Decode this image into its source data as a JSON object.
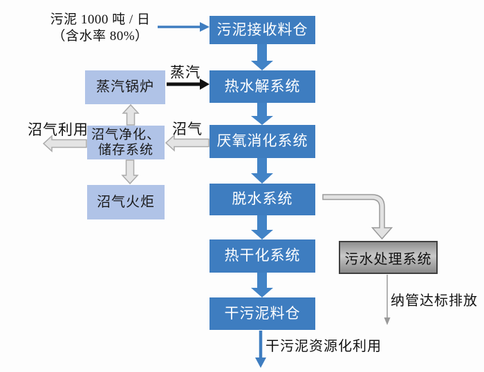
{
  "diagram": {
    "title": "sludge-treatment-process-flowchart",
    "input_note": {
      "line1": "污泥 1000 吨 / 日",
      "line2": "（含水率 80%）"
    },
    "main_boxes": [
      {
        "label": "污泥接收料仓"
      },
      {
        "label": "热水解系统"
      },
      {
        "label": "厌氧消化系统"
      },
      {
        "label": "脱水系统"
      },
      {
        "label": "热干化系统"
      },
      {
        "label": "干污泥料仓"
      }
    ],
    "side_boxes": [
      {
        "label": "蒸汽锅炉"
      },
      {
        "label_line1": "沼气净化、",
        "label_line2": "储存系统"
      },
      {
        "label": "沼气火炬"
      }
    ],
    "wastewater_box": {
      "label": "污水处理系统"
    },
    "flow_labels": {
      "steam": "蒸汽",
      "biogas": "沼气",
      "biogas_use": "沼气利用",
      "discharge": "纳管达标排放",
      "dry_sludge_use": "干污泥资源化利用"
    },
    "colors": {
      "main_box_blue": "#3E7DC0",
      "arrow_blue": "#4283C6",
      "side_box_light_blue": "#B0C3E7",
      "hollow_arrow_fill": "#E4E4E4",
      "hollow_arrow_stroke": "#A9A9A9",
      "black_arrow": "#111111",
      "gray_arrow": "#999999",
      "gray_box_border": "#3F3F3F",
      "text": "#111111",
      "box_text": "#FFFFFF"
    }
  }
}
